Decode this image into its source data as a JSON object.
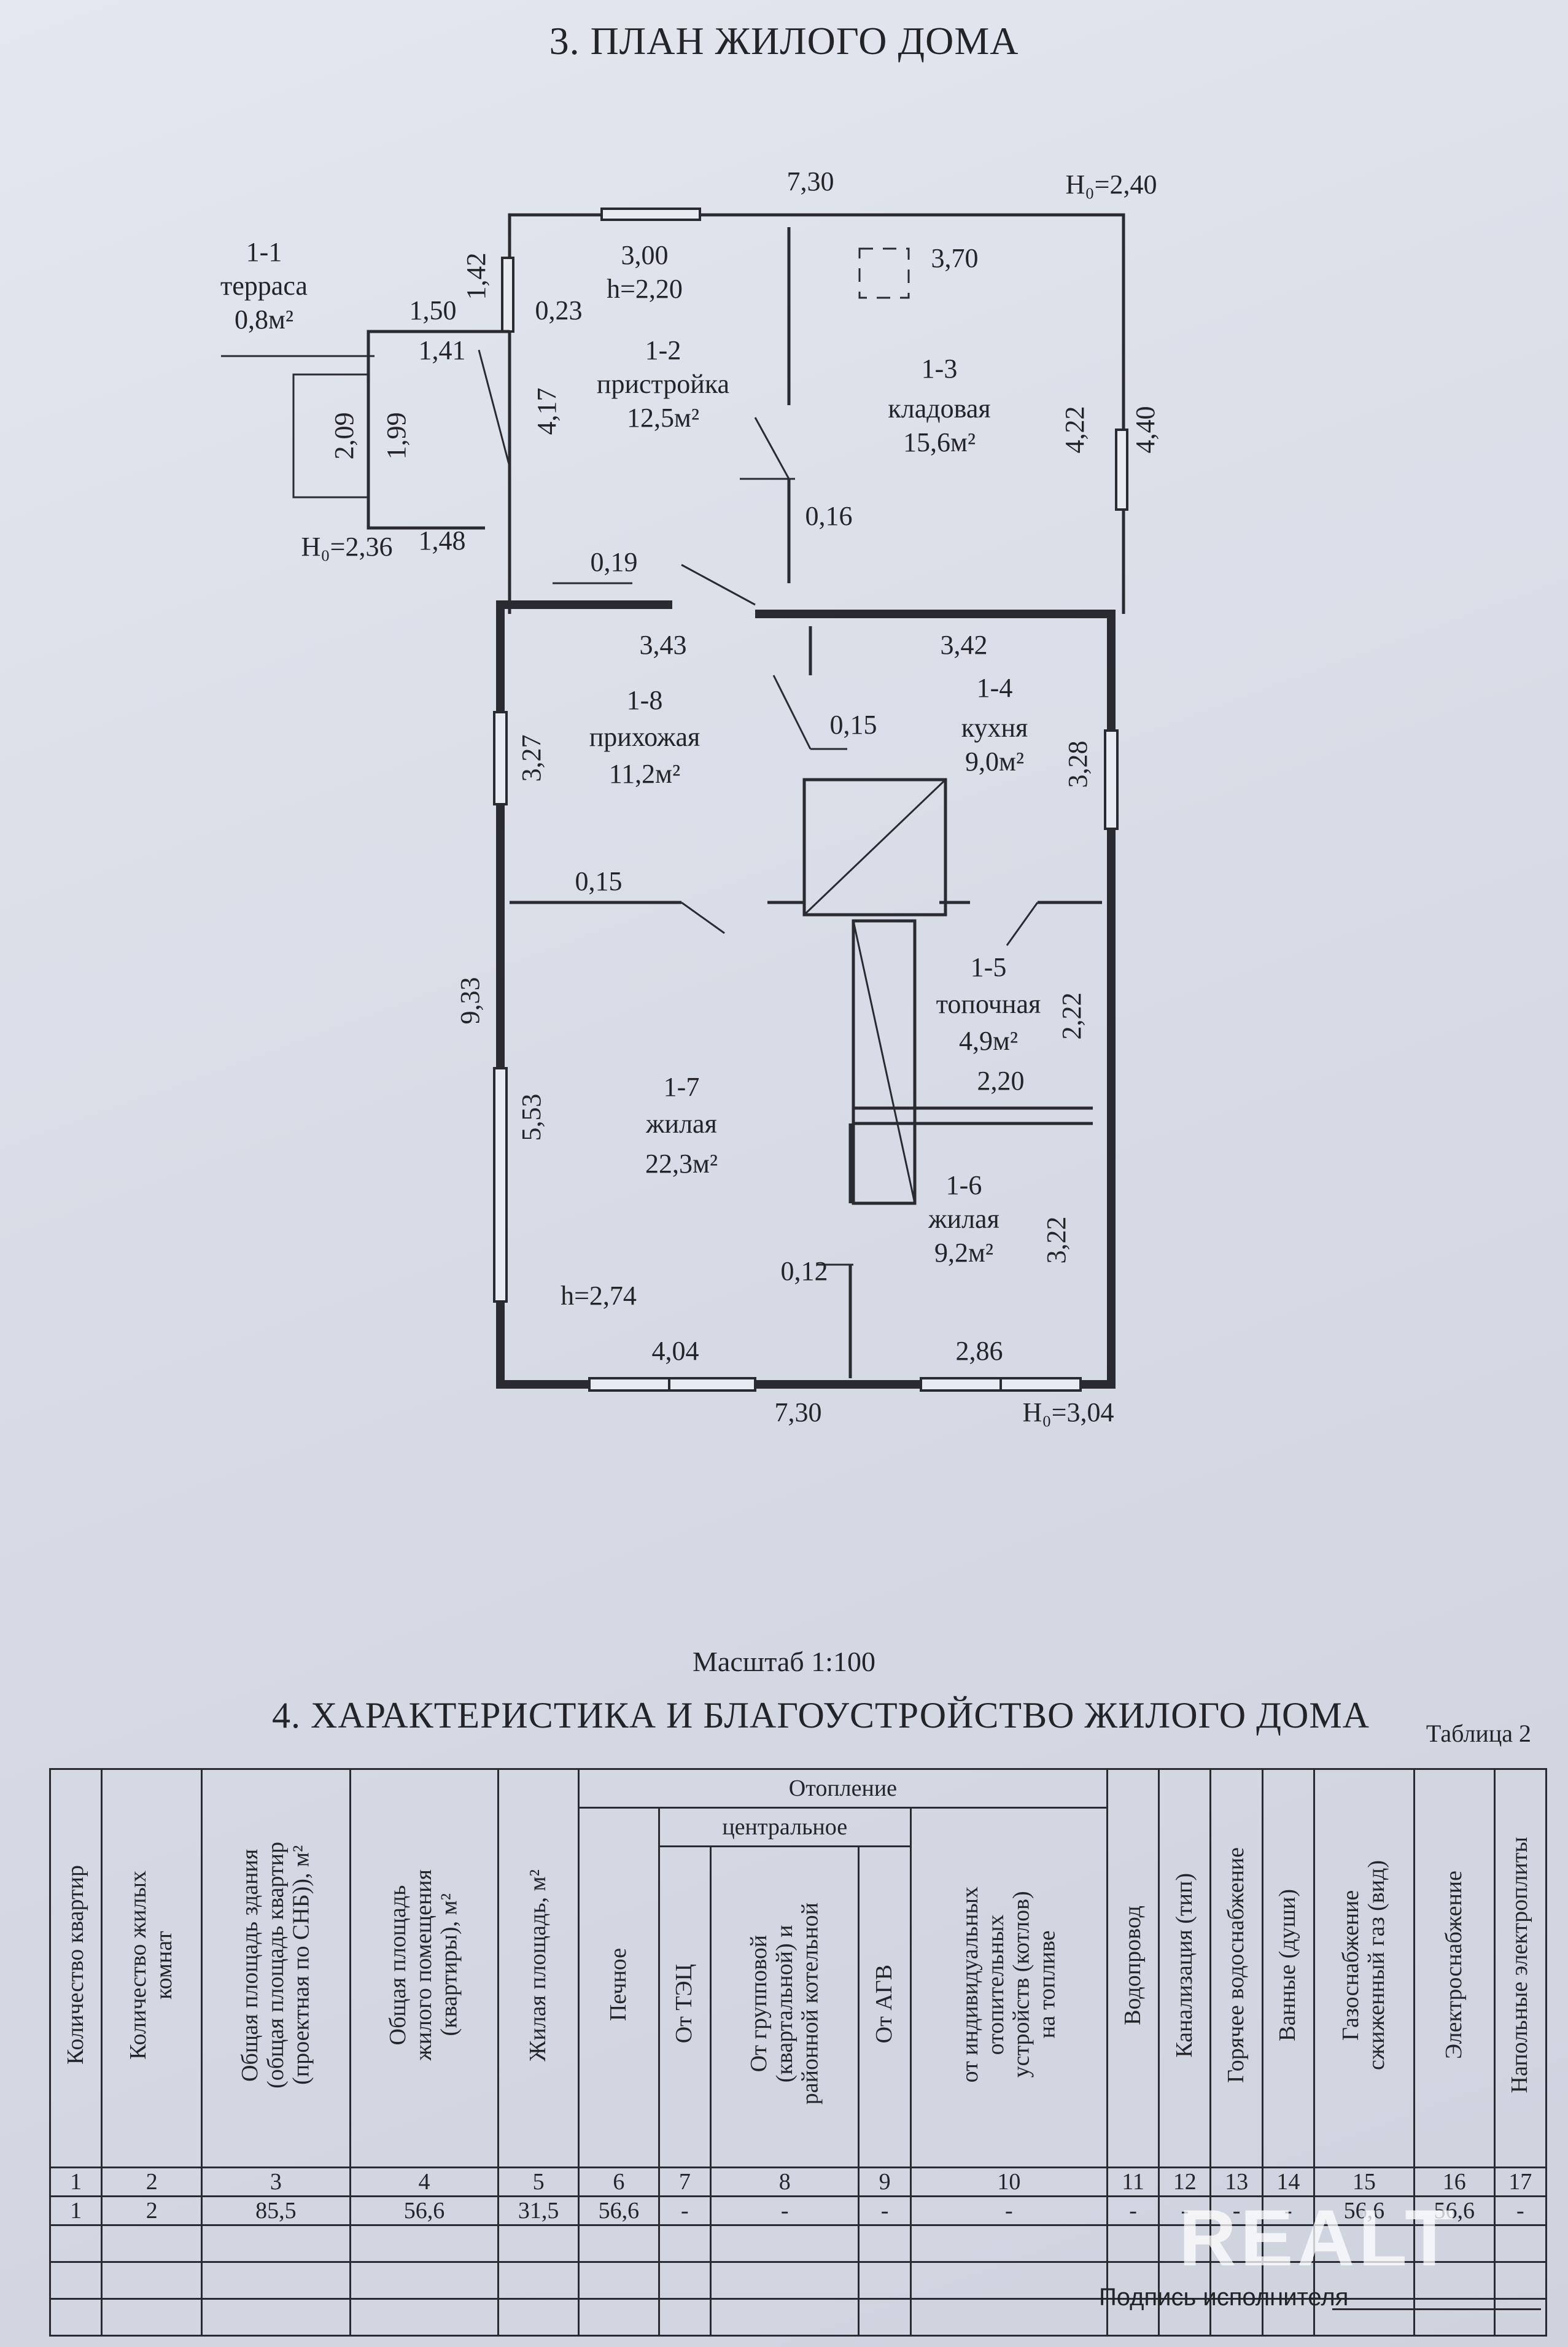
{
  "plan": {
    "title": "3. ПЛАН ЖИЛОГО ДОМА",
    "scale": "Масштаб  1:100",
    "rooms": [
      {
        "id": "1-1",
        "name": "терраса",
        "area": "0,8м²"
      },
      {
        "id": "1-2",
        "name": "пристройка",
        "area": "12,5м²"
      },
      {
        "id": "1-3",
        "name": "кладовая",
        "area": "15,6м²"
      },
      {
        "id": "1-4",
        "name": "кухня",
        "area": "9,0м²"
      },
      {
        "id": "1-5",
        "name": "топочная",
        "area": "4,9м²"
      },
      {
        "id": "1-6",
        "name": "жилая",
        "area": "9,2м²"
      },
      {
        "id": "1-7",
        "name": "жилая",
        "area": "22,3м²"
      },
      {
        "id": "1-8",
        "name": "прихожая",
        "area": "11,2м²"
      }
    ],
    "dimensions": {
      "top_width": "7,30",
      "h0_top": "H₀=2,40",
      "pristroika_width": "3,00",
      "pristroika_h": "h=2,20",
      "d_142": "1,42",
      "d_023": "0,23",
      "d_150": "1,50",
      "d_141": "1,41",
      "d_209": "2,09",
      "d_199": "1,99",
      "d_417": "4,17",
      "d_370": "3,70",
      "d_422": "4,22",
      "d_440": "4,40",
      "d_016": "0,16",
      "h0_left": "H₀=2,36",
      "d_148": "1,48",
      "d_019": "0,19",
      "d_343": "3,43",
      "d_342": "3,42",
      "d_327": "3,27",
      "d_015a": "0,15",
      "d_328": "3,28",
      "d_015b": "0,15",
      "d_933": "9,33",
      "d_222": "2,22",
      "d_220": "2,20",
      "d_553": "5,53",
      "d_322": "3,22",
      "d_012": "0,12",
      "main_h": "h=2,74",
      "d_404": "4,04",
      "d_286": "2,86",
      "bottom_width": "7,30",
      "h0_bottom": "H₀=3,04"
    }
  },
  "section4": {
    "title": "4. ХАРАКТЕРИСТИКА И БЛАГОУСТРОЙСТВО ЖИЛОГО ДОМА",
    "table_no": "Таблица 2",
    "headers": {
      "c1": "Количество квартир",
      "c2": "Количество жилых\nкомнат",
      "c3": "Общая площадь здания\n(общая площадь квартир\n(проектная по СНБ)), м²",
      "c4": "Общая площадь\nжилого помещения\n(квартиры), м²",
      "c5": "Жилая площадь, м²",
      "heating": "Отопление",
      "central": "центральное",
      "c6": "Печное",
      "c7": "От ТЭЦ",
      "c8": "От групповой\n(квартальной) и\nрайонной котельной",
      "c9": "От АГВ",
      "c10": "от индивидуальных\nотопительных\nустройств (котлов)\nна  топливе",
      "c11": "Водопровод",
      "c12": "Канализация  (тип)",
      "c13": "Горячее водоснабжение",
      "c14": "Ванные (души)",
      "c15": "Газоснабжение\nсжиженный газ (вид)",
      "c16": "Электроснабжение",
      "c17": "Напольные электроплиты"
    },
    "numbers": [
      "1",
      "2",
      "3",
      "4",
      "5",
      "6",
      "7",
      "8",
      "9",
      "10",
      "11",
      "12",
      "13",
      "14",
      "15",
      "16",
      "17"
    ],
    "row": [
      "1",
      "2",
      "85,5",
      "56,6",
      "31,5",
      "56,6",
      "-",
      "-",
      "-",
      "-",
      "-",
      "-",
      "-",
      "-",
      "56,6",
      "56,6",
      "-"
    ],
    "signature_label": "Подпись исполнителя",
    "watermark": "REALT"
  }
}
